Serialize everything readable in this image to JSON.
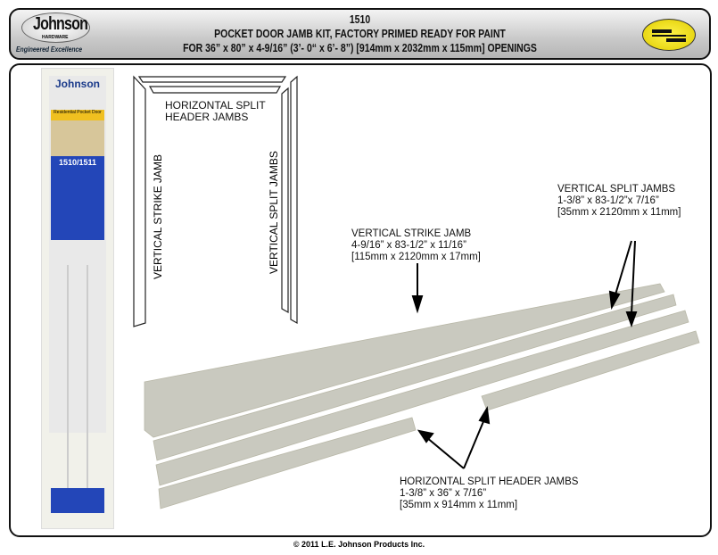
{
  "header": {
    "logo_text": "Johnson",
    "logo_sub": "HARDWARE",
    "tagline": "Engineered Excellence",
    "model": "1510",
    "title": "POCKET DOOR JAMB KIT, FACTORY PRIMED READY FOR PAINT",
    "subtitle": "FOR 36” x 80” x 4-9/16” (3’- 0“ x 6’- 8”) [914mm x 2032mm x 115mm] OPENINGS"
  },
  "package": {
    "brand": "Johnson",
    "model": "1510/1511",
    "band": "Residential Pocket Door"
  },
  "diagram": {
    "header_label_1": "HORIZONTAL SPLIT",
    "header_label_2": "HEADER JAMBS",
    "strike_label": "VERTICAL STRIKE JAMB",
    "split_label": "VERTICAL SPLIT JAMBS"
  },
  "callouts": {
    "strike": {
      "name": "VERTICAL STRIKE JAMB",
      "size": "4-9/16” x 83-1/2” x 11/16”",
      "metric": "[115mm x 2120mm x 17mm]"
    },
    "split": {
      "name": "VERTICAL SPLIT JAMBS",
      "size": "1-3/8” x 83-1/2”x 7/16”",
      "metric": "[35mm x 2120mm x 11mm]"
    },
    "header": {
      "name": "HORIZONTAL SPLIT HEADER JAMBS",
      "size": "1-3/8” x 36” x 7/16”",
      "metric": "[35mm x 914mm x 11mm]"
    }
  },
  "footer": "© 2011 L.E. Johnson Products Inc.",
  "colors": {
    "board": "#c9c9bf",
    "board_edge": "#ecead8",
    "yellow": "#f2e21a",
    "pkg_blue": "#2346b8"
  }
}
